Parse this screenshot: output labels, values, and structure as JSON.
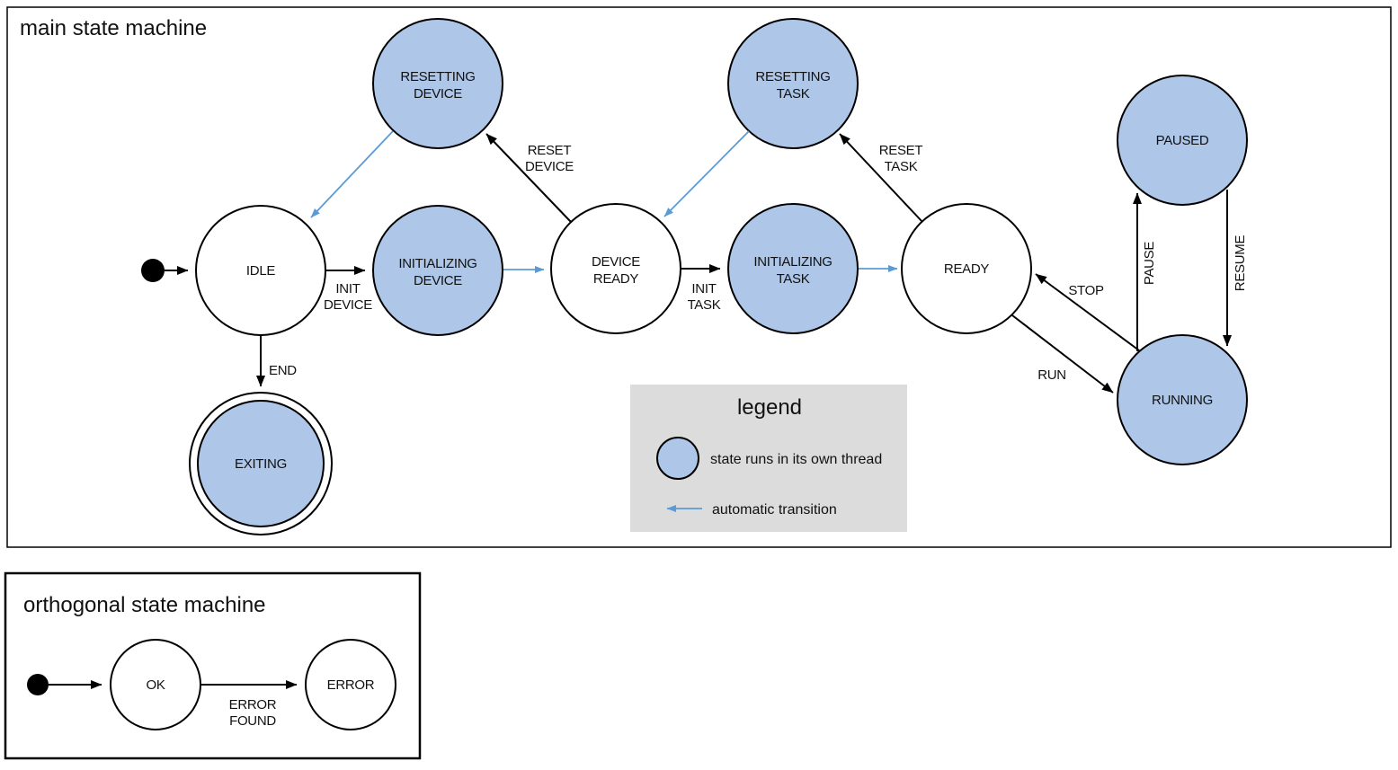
{
  "colors": {
    "threaded_state_fill": "#aec6e8",
    "plain_state_fill": "#ffffff",
    "outline": "#000000",
    "auto_transition_arrow": "#5b9bd5",
    "legend_background": "#dcdcdc"
  },
  "main_machine": {
    "title": "main state machine",
    "states": {
      "idle": {
        "lines": [
          "IDLE"
        ],
        "threaded": false
      },
      "initializing_device": {
        "lines": [
          "INITIALIZING",
          "DEVICE"
        ],
        "threaded": true
      },
      "device_ready": {
        "lines": [
          "DEVICE",
          "READY"
        ],
        "threaded": false
      },
      "resetting_device": {
        "lines": [
          "RESETTING",
          "DEVICE"
        ],
        "threaded": true
      },
      "resetting_task": {
        "lines": [
          "RESETTING",
          "TASK"
        ],
        "threaded": true
      },
      "initializing_task": {
        "lines": [
          "INITIALIZING",
          "TASK"
        ],
        "threaded": true
      },
      "ready": {
        "lines": [
          "READY"
        ],
        "threaded": false
      },
      "paused": {
        "lines": [
          "PAUSED"
        ],
        "threaded": true
      },
      "running": {
        "lines": [
          "RUNNING"
        ],
        "threaded": true
      },
      "exiting": {
        "lines": [
          "EXITING"
        ],
        "threaded": true,
        "final_state": true
      }
    },
    "transition_labels": {
      "init_device": [
        "INIT",
        "DEVICE"
      ],
      "reset_device": [
        "RESET",
        "DEVICE"
      ],
      "init_task": [
        "INIT",
        "TASK"
      ],
      "reset_task": [
        "RESET",
        "TASK"
      ],
      "stop": "STOP",
      "run": "RUN",
      "pause": "PAUSE",
      "resume": "RESUME",
      "end": "END"
    }
  },
  "legend": {
    "title": "legend",
    "thread_item_label": "state runs in its own thread",
    "auto_item_label": "automatic transition"
  },
  "orthogonal_machine": {
    "title": "orthogonal state machine",
    "states": {
      "ok": {
        "lines": [
          "OK"
        ]
      },
      "error": {
        "lines": [
          "ERROR"
        ]
      }
    },
    "transition_labels": {
      "error_found": [
        "ERROR",
        "FOUND"
      ]
    }
  }
}
